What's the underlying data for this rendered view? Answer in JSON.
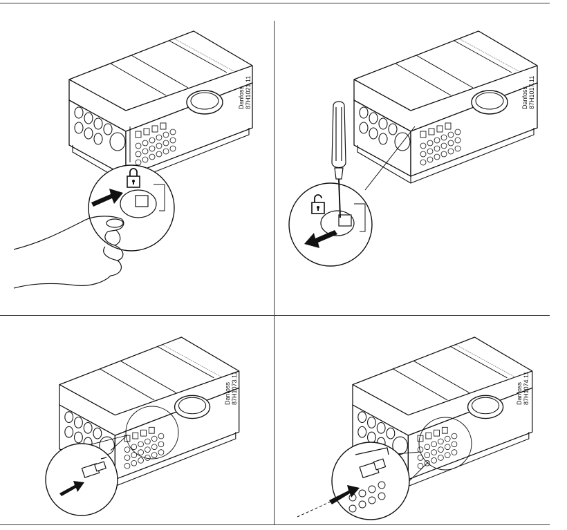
{
  "panels": [
    {
      "id": "lock",
      "brand": "Danfoss",
      "code": "87H1021.11",
      "lock_state": "locked"
    },
    {
      "id": "unlock",
      "brand": "Danfoss",
      "code": "87H1017.11",
      "lock_state": "unlocked"
    },
    {
      "id": "insert-plug",
      "brand": "Danfoss",
      "code": "87H1073.11"
    },
    {
      "id": "connect-plug",
      "brand": "Danfoss",
      "code": "87H1074.11"
    }
  ],
  "icons": [
    "padlock-closed-icon",
    "padlock-open-icon",
    "push-arrow-icon",
    "pull-arrow-icon",
    "hand-icon",
    "screwdriver-icon",
    "plug-icon"
  ],
  "colors": {
    "line": "#111111",
    "background": "#ffffff"
  }
}
